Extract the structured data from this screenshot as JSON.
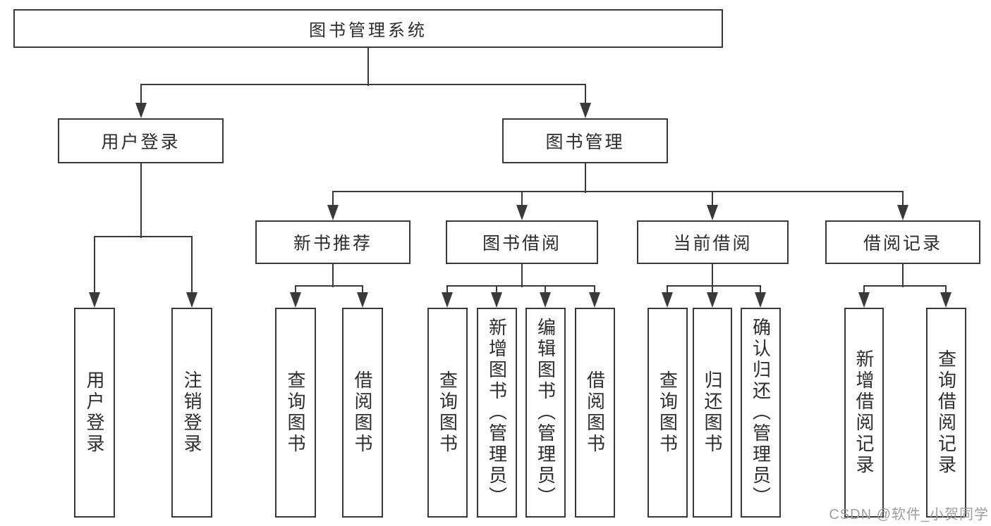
{
  "tree": {
    "root": "图书管理系统",
    "branches": [
      {
        "label": "用户登录",
        "children": [
          "用户登录",
          "注销登录"
        ]
      },
      {
        "label": "图书管理",
        "groups": [
          {
            "label": "新书推荐",
            "children": [
              "查询图书",
              "借阅图书"
            ]
          },
          {
            "label": "图书借阅",
            "children": [
              "查询图书",
              "新增图书（管理员）",
              "编辑图书（管理员）",
              "借阅图书"
            ]
          },
          {
            "label": "当前借阅",
            "children": [
              "查询图书",
              "归还图书",
              "确认归还（管理员）"
            ]
          },
          {
            "label": "借阅记录",
            "children": [
              "新增借阅记录",
              "查询借阅记录"
            ]
          }
        ]
      }
    ]
  },
  "watermark": "CSDN @软件_小贺同学",
  "colors": {
    "line": "#3a3a3a",
    "text": "#2d2d2d",
    "watermark": "#9e9e9e",
    "background": "#ffffff"
  }
}
